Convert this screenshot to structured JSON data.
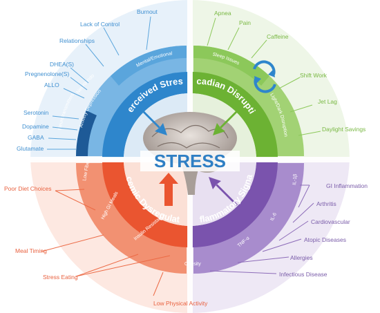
{
  "center": {
    "title": "STRESS"
  },
  "colors": {
    "blue": "#4d9fda",
    "blue_mid": "#79b6e4",
    "blue_dark": "#1e5a97",
    "blue_text": "#3f8fd0",
    "green": "#7fbf48",
    "green_mid": "#a2d274",
    "green_text": "#79b843",
    "orange": "#ec6a45",
    "orange_mid": "#f29172",
    "orange_text": "#e8603e",
    "purple": "#8c6bb8",
    "purple_mid": "#a88ccd",
    "purple_text": "#7a5ca9"
  },
  "quadrants": {
    "stress": {
      "ring": "Perceived Stress",
      "segment": "Mental/Emotional",
      "sub1": "Neuroendo",
      "sub1b": "Anxiety Depression",
      "sub2": "Neurotransmitters",
      "labels": [
        "Burnout",
        "Lack of Control",
        "Relationships",
        "DHEA(S)",
        "Pregnenolone(S)",
        "ALLO",
        "Serotonin",
        "Dopamine",
        "GABA",
        "Glutamate"
      ]
    },
    "circadian": {
      "ring": "Circadian Disruption",
      "segment": "Sleep Issues",
      "sub1": "Light/Dark Disruption",
      "labels": [
        "Apnea",
        "Pain",
        "Caffeine",
        "Shift Work",
        "Jet Lag",
        "Daylight Savings"
      ]
    },
    "glycemic": {
      "ring": "Glycemic Dysregulation",
      "segments": [
        "Low Fiber",
        "High GI Meals",
        "Insulin Resistance"
      ],
      "labels": [
        "Poor Diet Choices",
        "Meal Timing",
        "Stress Eating",
        "Low Physical Activity"
      ]
    },
    "inflammatory": {
      "ring": "Inflammatory Signals",
      "segments": [
        "IL-1β",
        "IL-6",
        "TNF-α",
        "Obesity"
      ],
      "labels": [
        "GI Inflammation",
        "Arthritis",
        "Cardiovascular",
        "Atopic Diseases",
        "Allergies",
        "Infectious Disease"
      ]
    }
  }
}
